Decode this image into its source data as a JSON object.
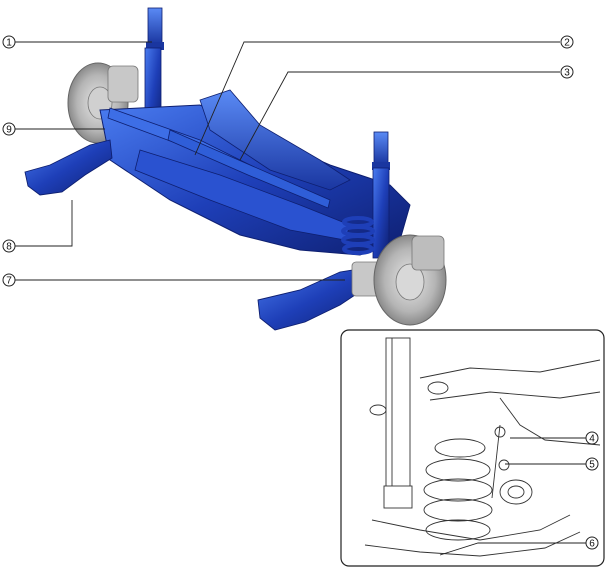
{
  "callouts": [
    {
      "id": "1",
      "label": "1"
    },
    {
      "id": "2",
      "label": "2"
    },
    {
      "id": "3",
      "label": "3"
    },
    {
      "id": "4",
      "label": "4"
    },
    {
      "id": "5",
      "label": "5"
    },
    {
      "id": "6",
      "label": "6"
    },
    {
      "id": "7",
      "label": "7"
    },
    {
      "id": "8",
      "label": "8"
    },
    {
      "id": "9",
      "label": "9"
    }
  ],
  "colors": {
    "frame_blue": "#1e3fb8",
    "frame_blue_light": "#3d6ee6",
    "frame_blue_dark": "#0e1f70",
    "metal_gray": "#b9b9b9",
    "line_art": "#333333"
  }
}
